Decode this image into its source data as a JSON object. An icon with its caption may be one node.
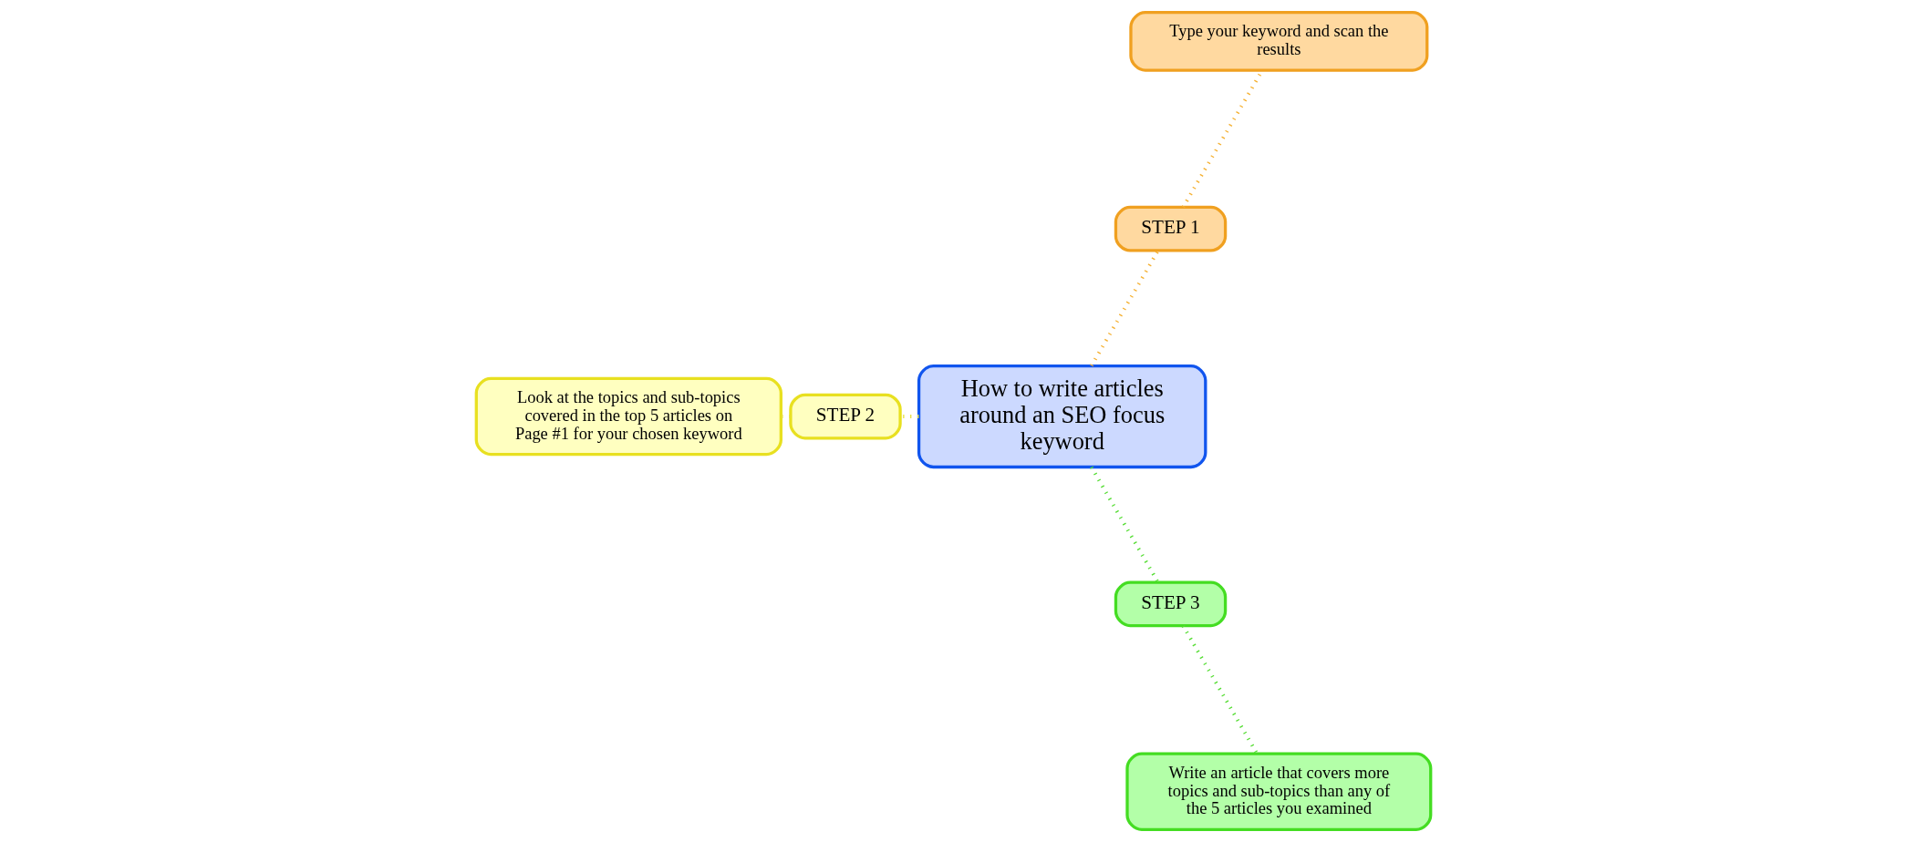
{
  "diagram": {
    "nodes": [
      {
        "text": [
          "How to write articles around an SEO focus keyword"
        ]
      },
      {
        "text": [
          "STEP 1"
        ]
      },
      {
        "text": [
          "Type your keyword and scan the results"
        ]
      },
      {
        "text": [
          "STEP 2"
        ]
      },
      {
        "text": [
          "Look at the topics and sub-topics covered in the top 5 articles on Page #1 for your chosen keyword"
        ]
      },
      {
        "text": [
          "STEP 3"
        ]
      },
      {
        "text": [
          "Write an article that covers more topics and sub-topics than any of the 5 articles you examined"
        ]
      }
    ],
    "edges": [
      {
        "from": 0,
        "to": 1,
        "arrow": "none",
        "style": "dashed",
        "color": "#f5b030"
      },
      {
        "from": 1,
        "to": 2,
        "arrow": "none",
        "style": "dashed",
        "color": "#f5b030"
      },
      {
        "from": 0,
        "to": 3,
        "arrow": "none",
        "style": "dashed",
        "color": "#e8e040"
      },
      {
        "from": 3,
        "to": 4,
        "arrow": "none",
        "style": "dashed",
        "color": "#e8e040"
      },
      {
        "from": 0,
        "to": 5,
        "arrow": "none",
        "style": "dashed",
        "color": "#55dd33"
      },
      {
        "from": 5,
        "to": 6,
        "arrow": "none",
        "style": "dashed",
        "color": "#55dd33"
      }
    ]
  }
}
